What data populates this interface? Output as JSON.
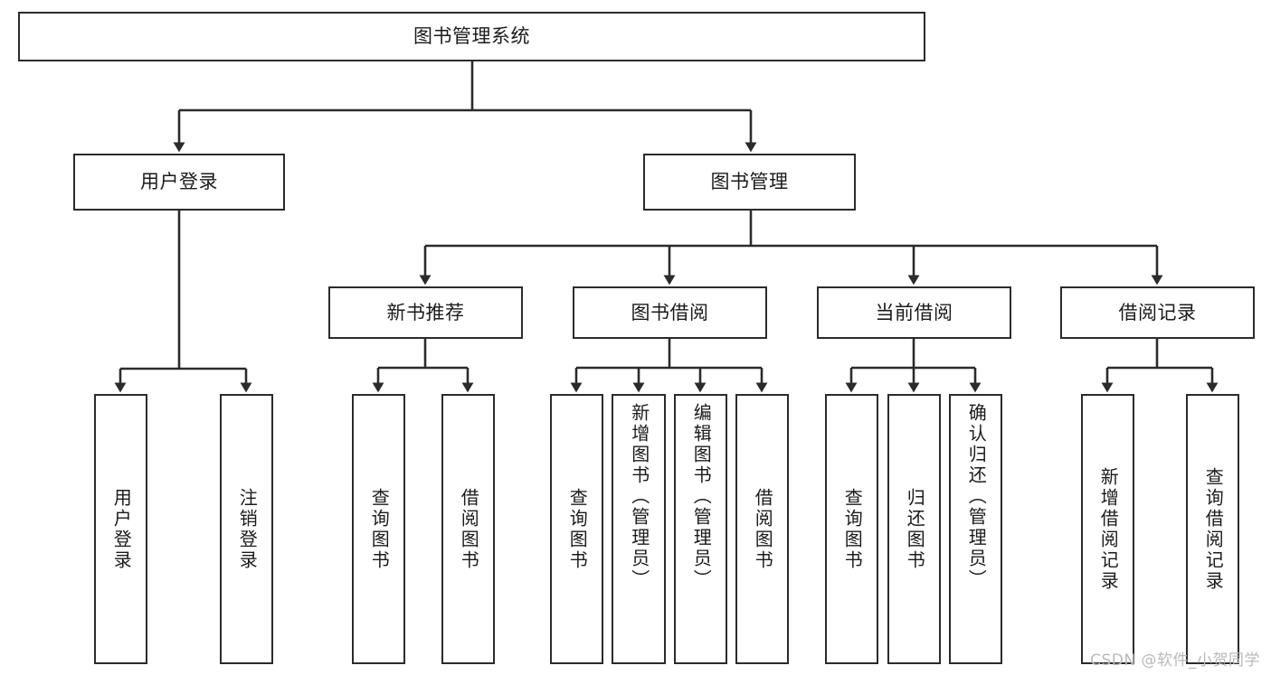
{
  "diagram": {
    "title": "图书管理系统",
    "type": "tree",
    "orientation": "top-down",
    "colors": {
      "box_border": "#2b2b2b",
      "box_fill": "#ffffff",
      "connector": "#2b2b2b",
      "text": "#1b1b1b",
      "watermark": "#b9b9b9",
      "background": "#ffffff"
    },
    "levels": [
      {
        "level": 1,
        "nodes": [
          {
            "id": "root",
            "label": "图书管理系统",
            "text_direction": "horizontal"
          }
        ]
      },
      {
        "level": 2,
        "nodes": [
          {
            "id": "user-login",
            "label": "用户登录",
            "text_direction": "horizontal",
            "parent": "root"
          },
          {
            "id": "book-manage",
            "label": "图书管理",
            "text_direction": "horizontal",
            "parent": "root"
          }
        ]
      },
      {
        "level": 3,
        "nodes": [
          {
            "id": "new-book-rec",
            "label": "新书推荐",
            "text_direction": "horizontal",
            "parent": "book-manage"
          },
          {
            "id": "book-borrow",
            "label": "图书借阅",
            "text_direction": "horizontal",
            "parent": "book-manage"
          },
          {
            "id": "current-borrow",
            "label": "当前借阅",
            "text_direction": "horizontal",
            "parent": "book-manage"
          },
          {
            "id": "borrow-record",
            "label": "借阅记录",
            "text_direction": "horizontal",
            "parent": "book-manage"
          }
        ]
      },
      {
        "level": 4,
        "nodes": [
          {
            "id": "leaf-user-login",
            "label": "用户登录",
            "text_direction": "vertical",
            "parent": "user-login"
          },
          {
            "id": "leaf-user-logout",
            "label": "注销登录",
            "text_direction": "vertical",
            "parent": "user-login"
          },
          {
            "id": "leaf-rec-query",
            "label": "查询图书",
            "text_direction": "vertical",
            "parent": "new-book-rec"
          },
          {
            "id": "leaf-rec-borrow",
            "label": "借阅图书",
            "text_direction": "vertical",
            "parent": "new-book-rec"
          },
          {
            "id": "leaf-borrow-query",
            "label": "查询图书",
            "text_direction": "vertical",
            "parent": "book-borrow"
          },
          {
            "id": "leaf-borrow-add",
            "label": "新增图书（管理员）",
            "text_direction": "vertical",
            "parent": "book-borrow"
          },
          {
            "id": "leaf-borrow-edit",
            "label": "编辑图书（管理员）",
            "text_direction": "vertical",
            "parent": "book-borrow"
          },
          {
            "id": "leaf-borrow-lend",
            "label": "借阅图书",
            "text_direction": "vertical",
            "parent": "book-borrow"
          },
          {
            "id": "leaf-current-query",
            "label": "查询图书",
            "text_direction": "vertical",
            "parent": "current-borrow"
          },
          {
            "id": "leaf-current-return",
            "label": "归还图书",
            "text_direction": "vertical",
            "parent": "current-borrow"
          },
          {
            "id": "leaf-current-confirm",
            "label": "确认归还（管理员）",
            "text_direction": "vertical",
            "parent": "current-borrow"
          },
          {
            "id": "leaf-record-add",
            "label": "新增借阅记录",
            "text_direction": "vertical",
            "parent": "borrow-record"
          },
          {
            "id": "leaf-record-query",
            "label": "查询借阅记录",
            "text_direction": "vertical",
            "parent": "borrow-record"
          }
        ]
      }
    ]
  },
  "watermark": {
    "text": "CSDN @软件_小贺同学"
  }
}
